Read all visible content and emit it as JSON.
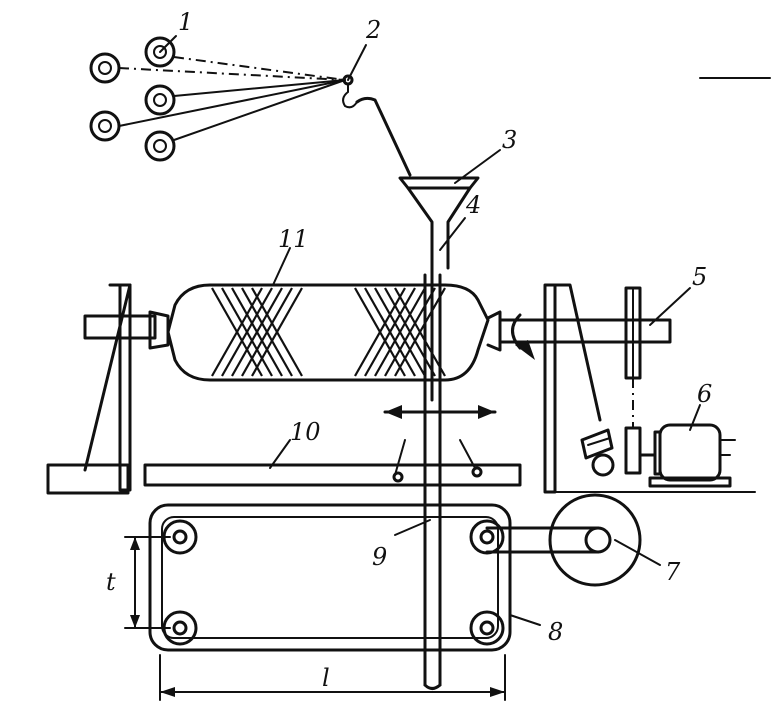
{
  "labels": {
    "n1": "1",
    "n2": "2",
    "n3": "3",
    "n4": "4",
    "n5": "5",
    "n6": "6",
    "n7": "7",
    "n8": "8",
    "n9": "9",
    "n10": "10",
    "n11": "11",
    "dim_t": "t",
    "dim_l": "l"
  }
}
